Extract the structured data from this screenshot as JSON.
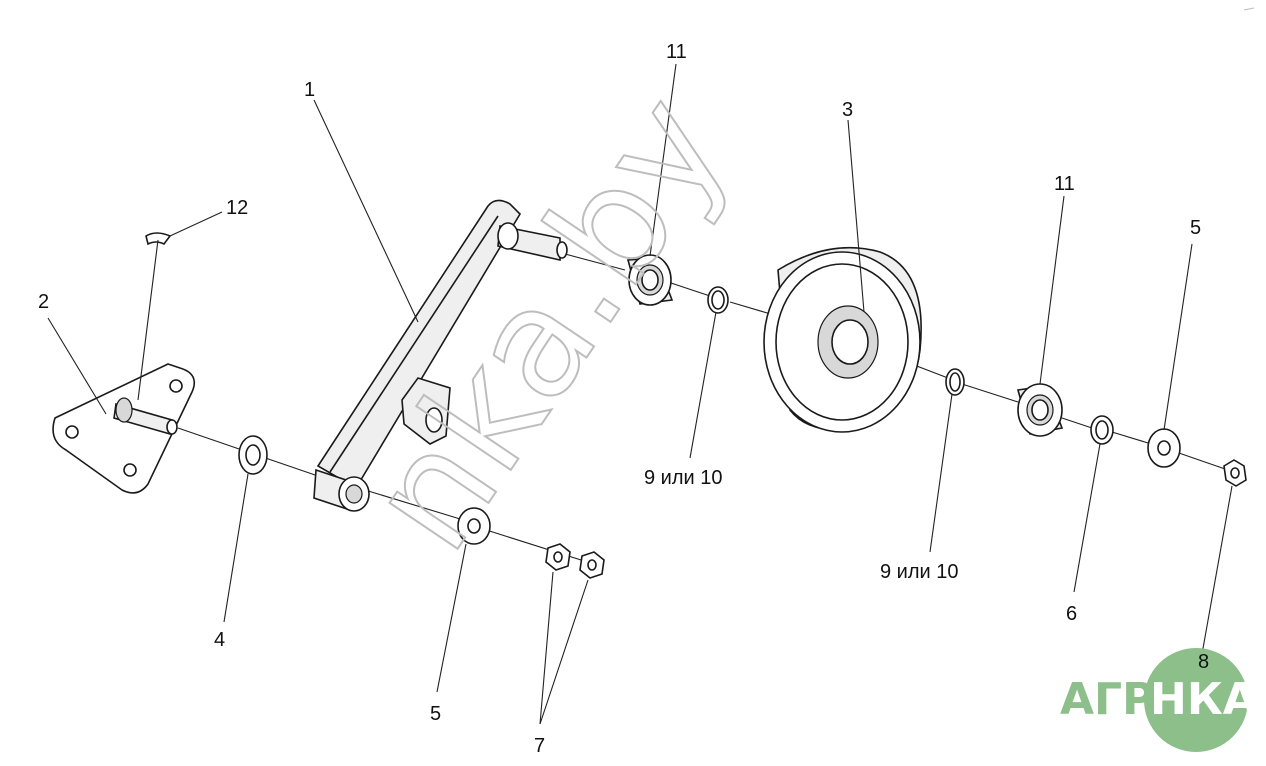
{
  "diagram": {
    "labels": {
      "l1": "1",
      "l2": "2",
      "l3": "3",
      "l4": "4",
      "l5a": "5",
      "l5b": "5",
      "l6": "6",
      "l7": "7",
      "l8": "8",
      "l9a": "9 или 10",
      "l9b": "9 или 10",
      "l11a": "11",
      "l11b": "11",
      "l12": "12"
    }
  },
  "watermark": {
    "text": "nka.by"
  },
  "logo": {
    "left": "АГРО",
    "right": "НКА",
    "circle_color": "#8cbf8a",
    "text_color": "#8cbf8a",
    "inner_text_color": "#ffffff"
  }
}
